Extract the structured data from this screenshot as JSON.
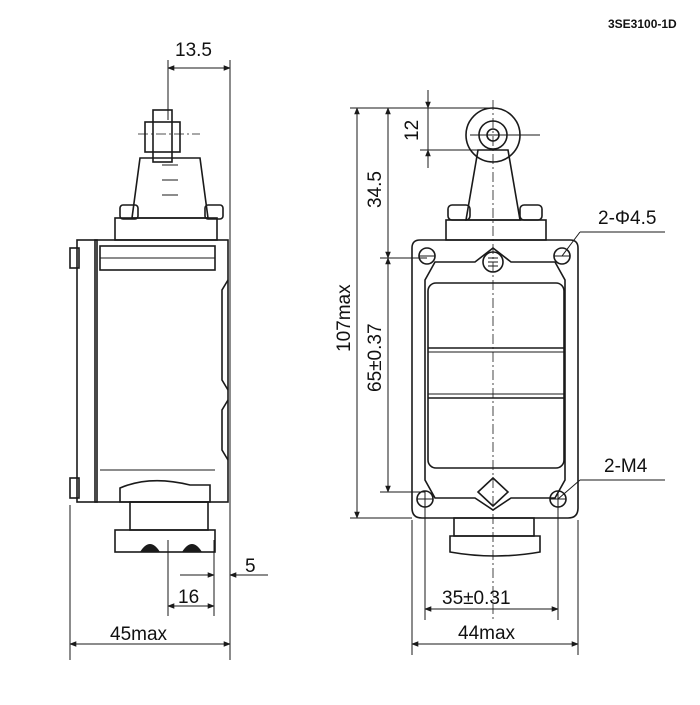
{
  "model": "3SE3100-1D",
  "dimensions": {
    "side_roller_width": "13.5",
    "side_gap": "5",
    "side_nut_offset": "16",
    "side_width": "45max",
    "front_roller_dia": "12",
    "front_head_height": "34.5",
    "front_total_height": "107max",
    "front_hole_spacing_v": "65±0.37",
    "front_hole_spacing_h": "35±0.31",
    "front_width": "44max",
    "mount_holes": "2-Φ4.5",
    "thread_holes": "2-M4"
  },
  "colors": {
    "body": "#d2d2d2",
    "body_dark": "#b9b9b9",
    "window": "#f4f4f4",
    "line": "#1a1a1a"
  }
}
